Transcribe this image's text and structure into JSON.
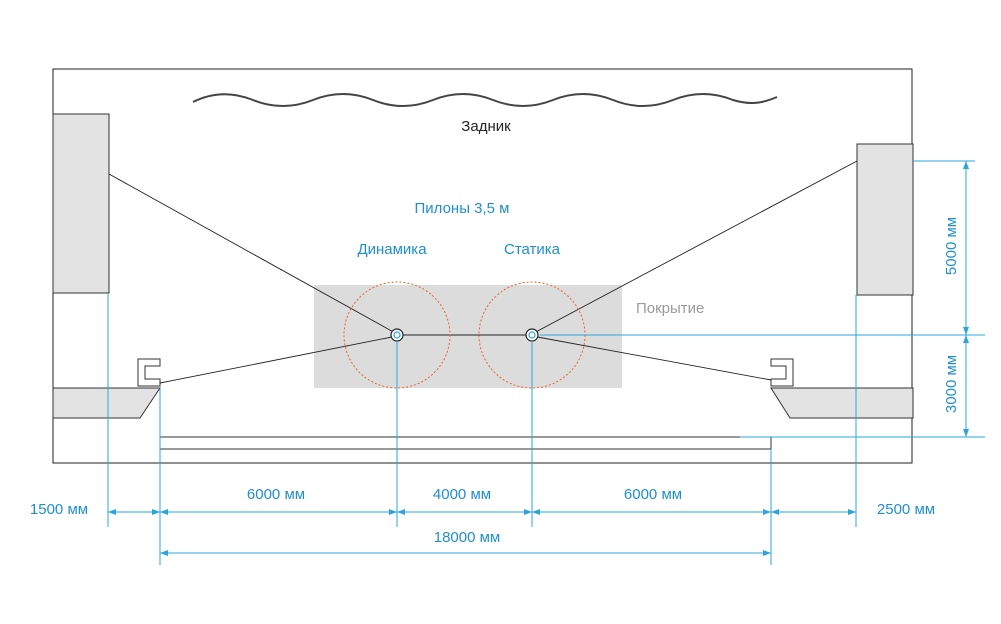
{
  "labels": {
    "backdrop": "Задник",
    "pylons": "Пилоны 3,5 м",
    "dynamics": "Динамика",
    "statics": "Статика",
    "coverage": "Покрытие"
  },
  "dimensions": {
    "left_offset": "1500 мм",
    "seg1": "6000 мм",
    "seg2": "4000 мм",
    "seg3": "6000 мм",
    "right_offset": "2500 мм",
    "total": "18000 мм",
    "vertical_top": "5000 мм",
    "vertical_bottom": "3000 мм"
  },
  "colors": {
    "dimension": "#2aa6de",
    "coverage_fill": "#dcdcdc",
    "coverage_circle": "#e8622c",
    "panel_fill": "#e3e3e3"
  }
}
